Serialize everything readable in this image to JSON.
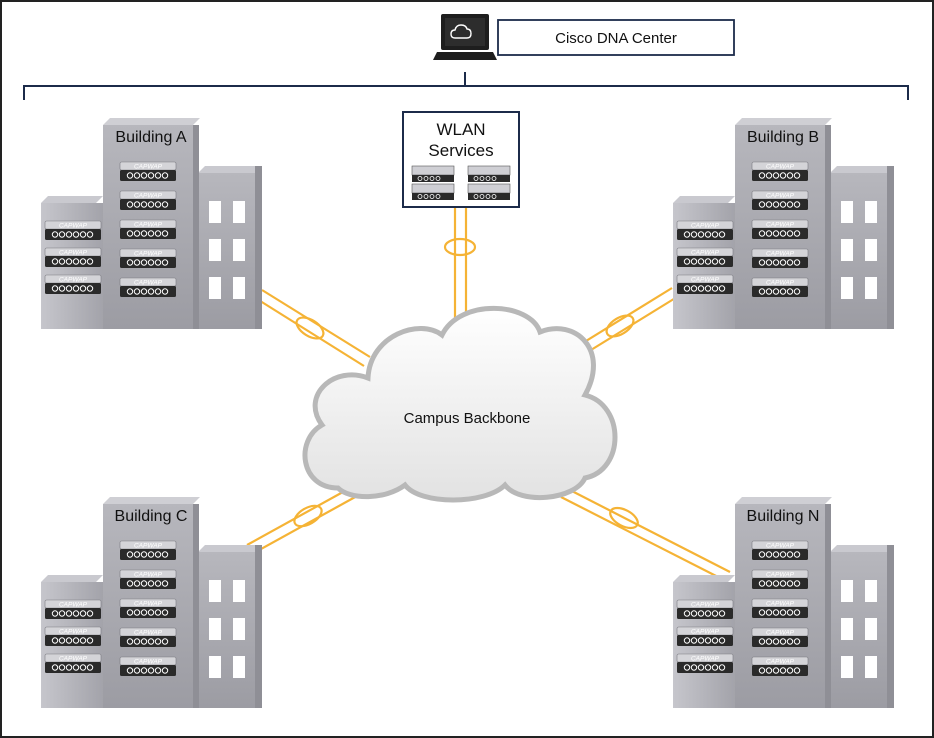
{
  "management": {
    "title": "Cisco DNA Center",
    "icon": "cloud-laptop-icon"
  },
  "services": {
    "title_line1": "WLAN",
    "title_line2": "Services",
    "icon": "wlan-controller-icon"
  },
  "backbone": {
    "label": "Campus Backbone",
    "icon": "cloud-icon"
  },
  "buildings": [
    {
      "label": "Building A"
    },
    {
      "label": "Building B"
    },
    {
      "label": "Building C"
    },
    {
      "label": "Building N"
    }
  ],
  "capwap_label": "CAPWAP",
  "colors": {
    "link": "#f5b335",
    "building_front": "#a9a9b0",
    "building_side": "#8b8b93",
    "device": "#2a2a2a",
    "cloud_fill": "#f3f3f3",
    "cloud_stroke": "#b8b8b8"
  }
}
